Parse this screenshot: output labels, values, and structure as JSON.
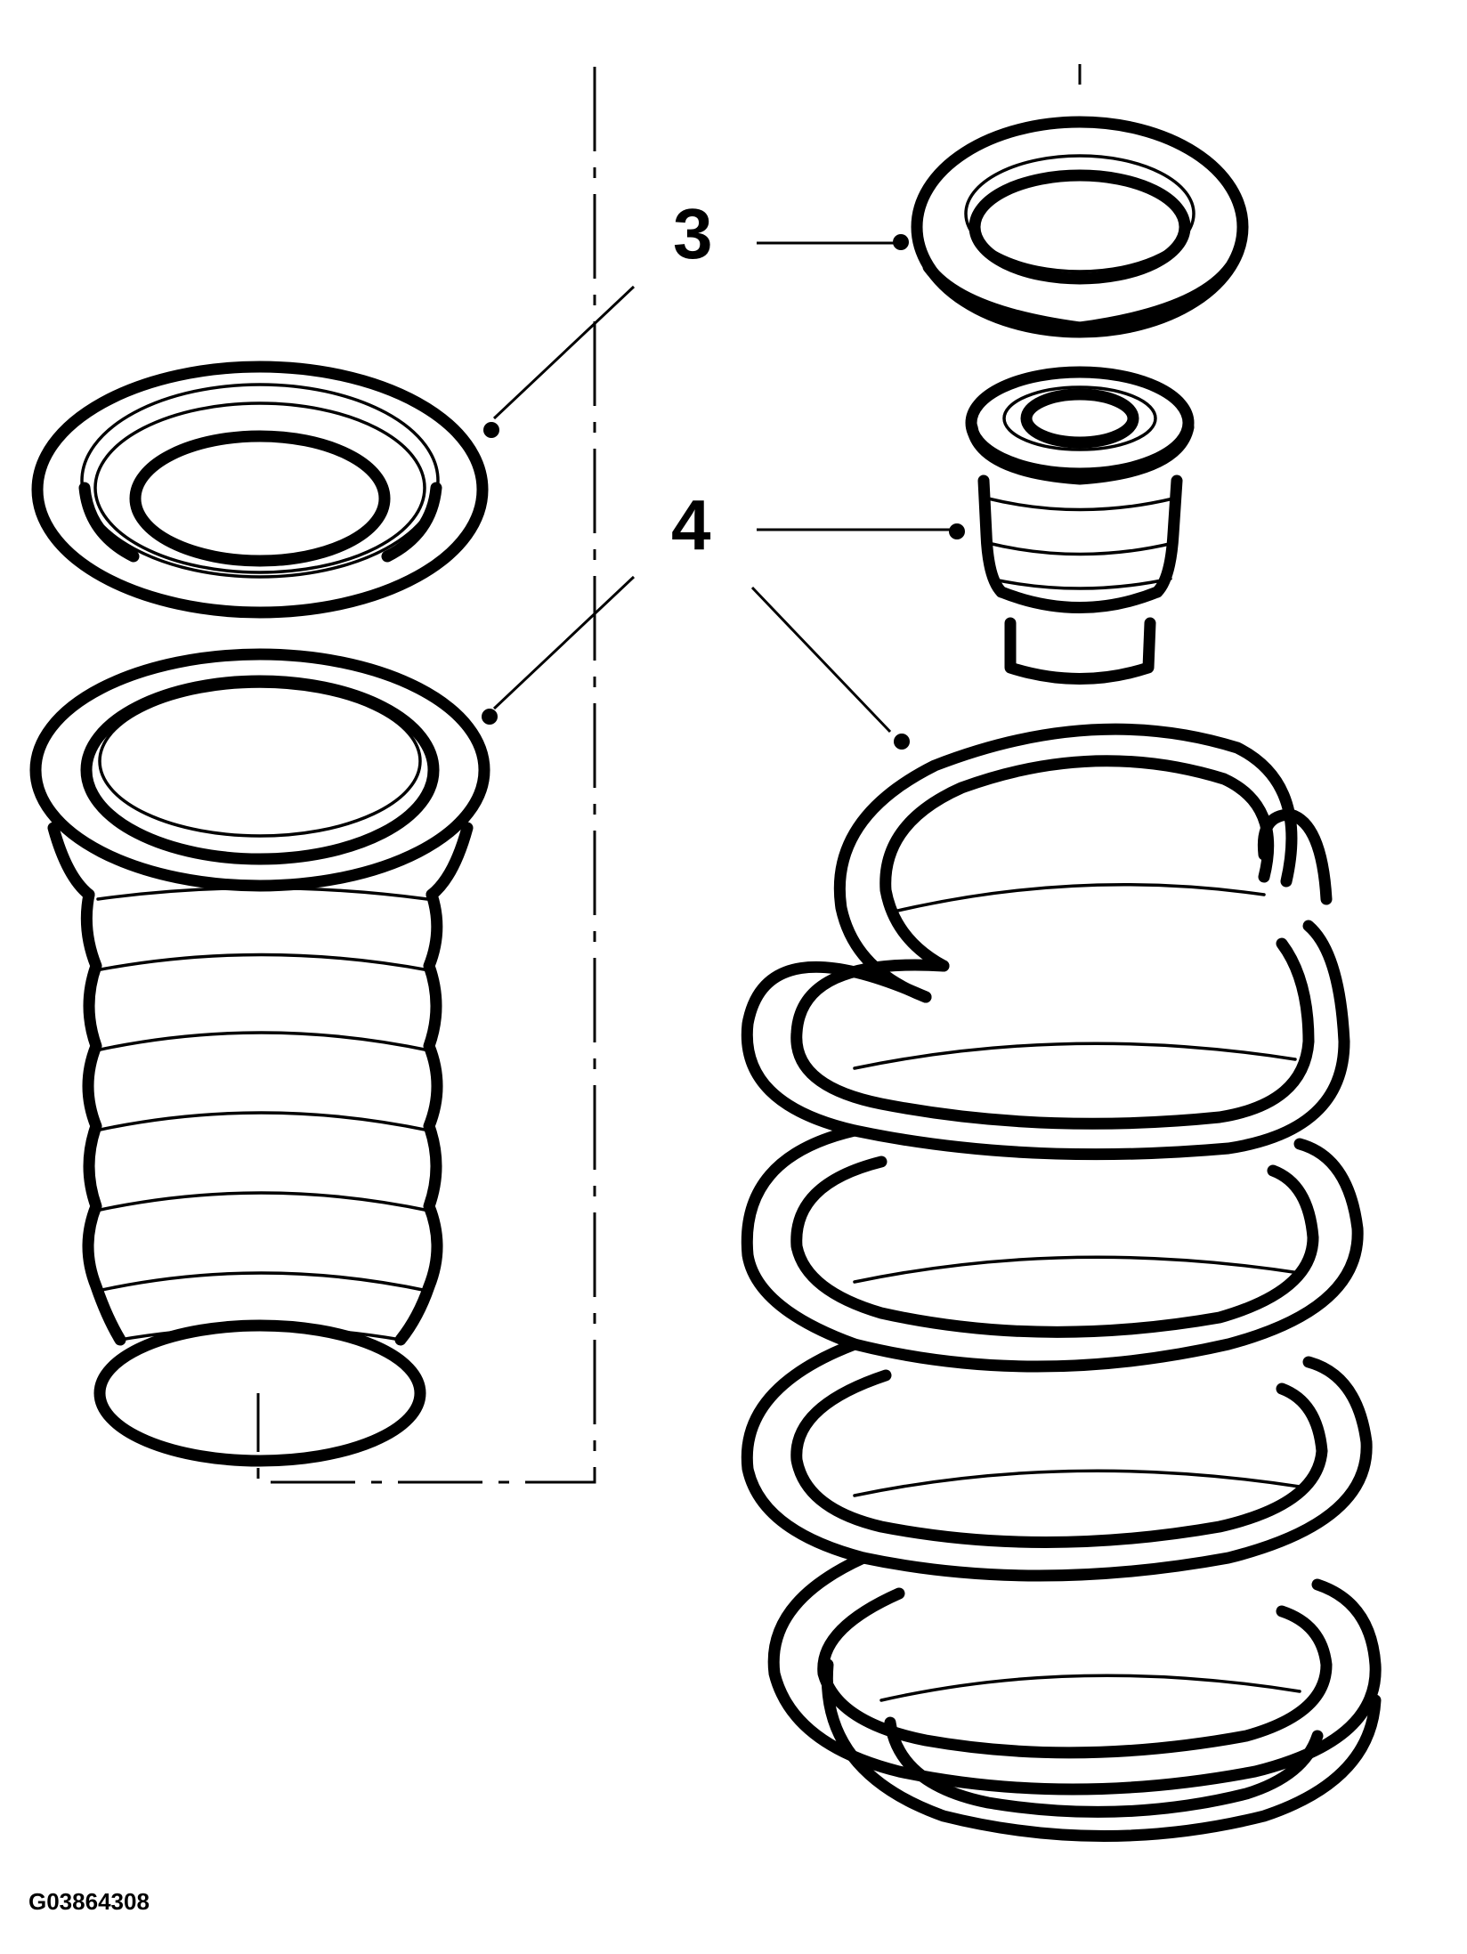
{
  "callouts": [
    {
      "number": "3",
      "name": "upper-spring-seat"
    },
    {
      "number": "4",
      "name": "bump-stop"
    }
  ],
  "figure_code": "G03864308",
  "colors": {
    "ink": "#000000",
    "background": "#ffffff"
  },
  "parts": [
    {
      "name": "spring-seat-left",
      "icon": "ring"
    },
    {
      "name": "protective-boot",
      "icon": "bellows"
    },
    {
      "name": "spring-seat-right",
      "icon": "ring"
    },
    {
      "name": "bump-stop-right",
      "icon": "bump-stop"
    },
    {
      "name": "coil-spring",
      "icon": "coil-spring"
    }
  ]
}
